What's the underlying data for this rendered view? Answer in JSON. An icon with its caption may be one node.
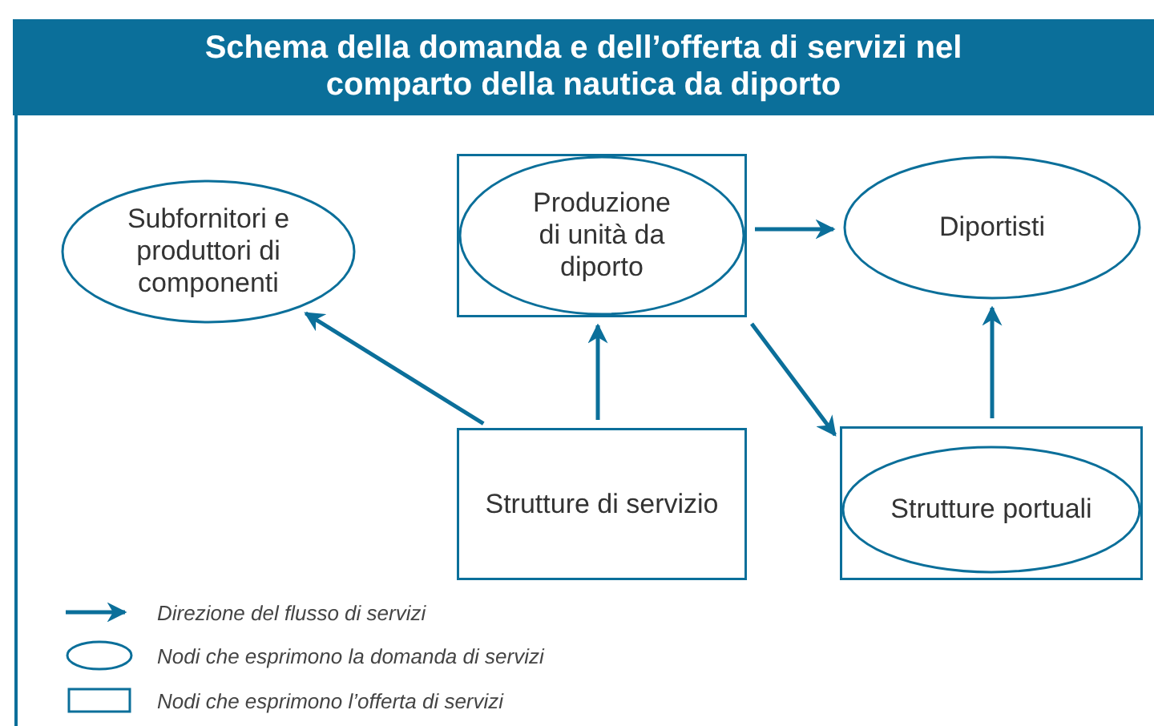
{
  "diagram": {
    "title": "Schema della domanda e dell’offerta di servizi nel comparto della nautica da diporto",
    "nodes": [
      {
        "text": [
          "Subfornitori e produttori di componenti"
        ]
      },
      {
        "text": [
          "Produzione di unità da diporto"
        ]
      },
      {
        "text": [
          "Diportisti"
        ]
      },
      {
        "text": [
          "Strutture di servizio"
        ]
      },
      {
        "text": [
          "Strutture portuali"
        ]
      }
    ],
    "edges": [
      {
        "from": 3,
        "to": 0,
        "arrow": "to"
      },
      {
        "from": 3,
        "to": 1,
        "arrow": "to"
      },
      {
        "from": 1,
        "to": 2,
        "arrow": "to"
      },
      {
        "from": 1,
        "to": 4,
        "arrow": "to"
      },
      {
        "from": 4,
        "to": 2,
        "arrow": "to"
      }
    ],
    "legend": [
      {
        "text": "Direzione del flusso di servizi"
      },
      {
        "text": "Nodi che esprimono la domanda di servizi"
      },
      {
        "text": "Nodi che esprimono l’offerta di servizi"
      }
    ]
  }
}
